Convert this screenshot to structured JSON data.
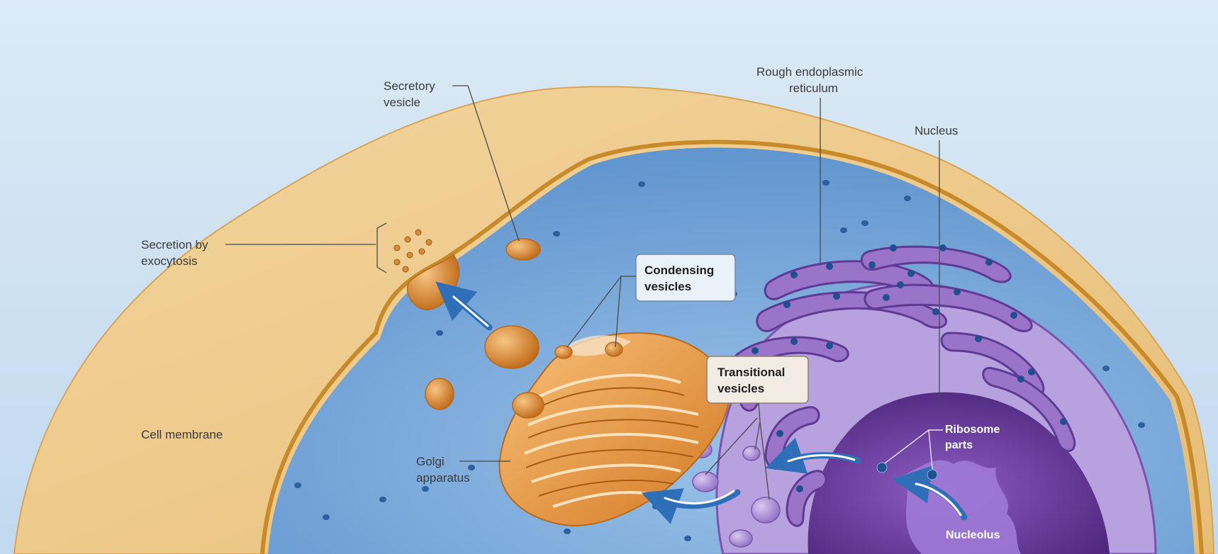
{
  "labels": {
    "secretory_vesicle": [
      "Secretory",
      "vesicle"
    ],
    "secretion_by_exocytosis": [
      "Secretion by",
      "exocytosis"
    ],
    "cell_membrane": "Cell membrane",
    "golgi_apparatus": [
      "Golgi",
      "apparatus"
    ],
    "condensing_vesicles": [
      "Condensing",
      "vesicles"
    ],
    "transitional_vesicles": [
      "Transitional",
      "vesicles"
    ],
    "rough_er": [
      "Rough endoplasmic",
      "reticulum"
    ],
    "nucleus": "Nucleus",
    "ribosome_parts": [
      "Ribosome",
      "parts"
    ],
    "nucleolus": "Nucleolus"
  },
  "colors": {
    "background": "#cfe3f2",
    "cytoplasm": "#eec98a",
    "membrane": "#c98a2a",
    "cell_interior": "#7eaede",
    "golgi": "#e59a45",
    "rough_er": "#9873c4",
    "nucleus": "#6a3f9f",
    "arrow": "#2f6fb8"
  }
}
